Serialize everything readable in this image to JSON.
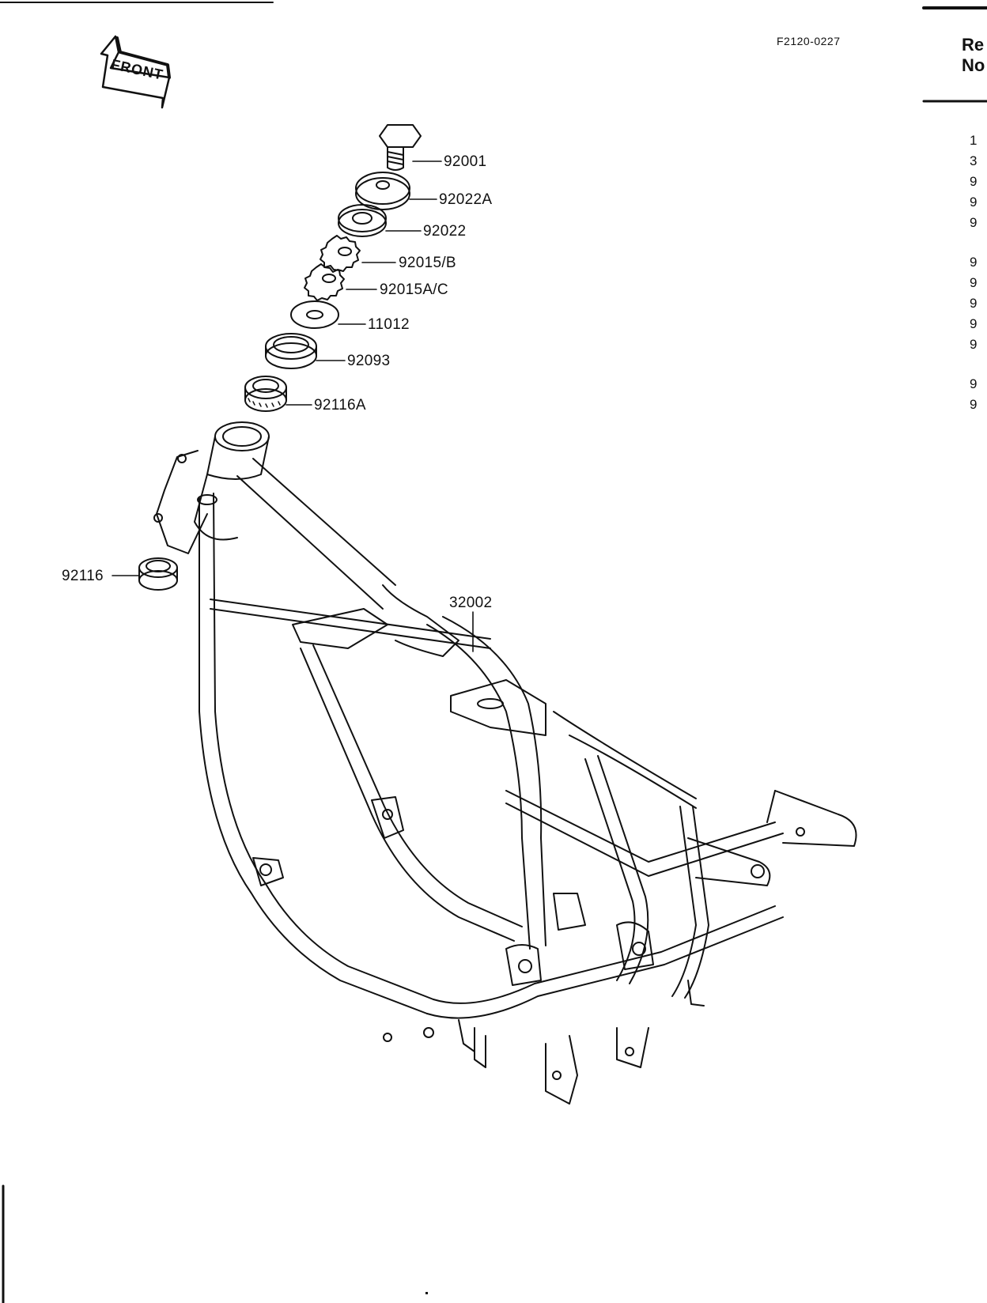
{
  "diagram": {
    "code": "F2120-0227",
    "front_label": "FRONT",
    "parts": [
      {
        "number": "92001"
      },
      {
        "number": "92022A"
      },
      {
        "number": "92022"
      },
      {
        "number": "92015/B"
      },
      {
        "number": "92015A/C"
      },
      {
        "number": "11012"
      },
      {
        "number": "92093"
      },
      {
        "number": "92116A"
      },
      {
        "number": "92116"
      },
      {
        "number": "32002"
      }
    ]
  },
  "ref_table": {
    "header_line1": "Re",
    "header_line2": "No",
    "rows": [
      "1",
      "3",
      "9",
      "9",
      "9",
      "9",
      "9",
      "9",
      "9",
      "9",
      "9",
      "9"
    ]
  }
}
